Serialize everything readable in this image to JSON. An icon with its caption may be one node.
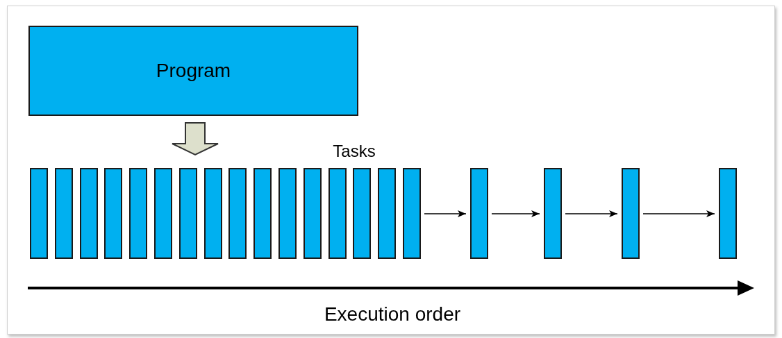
{
  "diagram": {
    "nodes": [
      {
        "text": [
          "Program"
        ]
      },
      {
        "text": [],
        "shape": "bar"
      },
      {
        "text": [],
        "shape": "bar"
      },
      {
        "text": [],
        "shape": "bar"
      },
      {
        "text": [],
        "shape": "bar"
      },
      {
        "text": [],
        "shape": "bar"
      },
      {
        "text": [],
        "shape": "bar"
      },
      {
        "text": [],
        "shape": "bar"
      },
      {
        "text": [],
        "shape": "bar"
      },
      {
        "text": [],
        "shape": "bar"
      },
      {
        "text": [],
        "shape": "bar"
      },
      {
        "text": [],
        "shape": "bar"
      },
      {
        "text": [],
        "shape": "bar"
      },
      {
        "text": [],
        "shape": "bar"
      },
      {
        "text": [],
        "shape": "bar"
      },
      {
        "text": [],
        "shape": "bar"
      },
      {
        "text": [],
        "shape": "bar"
      },
      {
        "text": [],
        "shape": "bar"
      },
      {
        "text": [],
        "shape": "bar"
      },
      {
        "text": [],
        "shape": "bar"
      },
      {
        "text": [],
        "shape": "bar"
      }
    ],
    "edges": [
      {
        "from": 0,
        "to": null,
        "arrow": "to",
        "style": "thick"
      },
      {
        "from": 16,
        "to": 17,
        "arrow": "to"
      },
      {
        "from": 17,
        "to": 18,
        "arrow": "to"
      },
      {
        "from": 18,
        "to": 19,
        "arrow": "to"
      },
      {
        "from": 19,
        "to": 20,
        "arrow": "to"
      }
    ],
    "labels": [
      "Tasks",
      "Execution order"
    ]
  }
}
